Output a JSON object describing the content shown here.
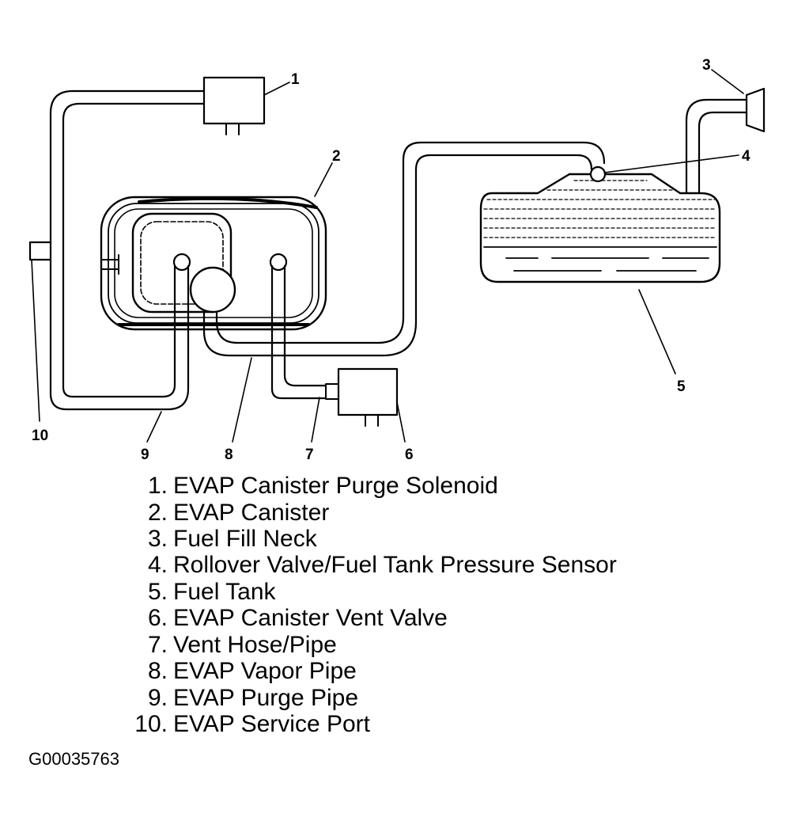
{
  "callouts": {
    "c1": "1",
    "c2": "2",
    "c3": "3",
    "c4": "4",
    "c5": "5",
    "c6": "6",
    "c7": "7",
    "c8": "8",
    "c9": "9",
    "c10": "10"
  },
  "legend": [
    {
      "num": "1.",
      "text": "EVAP Canister Purge Solenoid"
    },
    {
      "num": "2.",
      "text": "EVAP Canister"
    },
    {
      "num": "3.",
      "text": "Fuel Fill Neck"
    },
    {
      "num": "4.",
      "text": "Rollover Valve/Fuel Tank Pressure Sensor"
    },
    {
      "num": "5.",
      "text": "Fuel Tank"
    },
    {
      "num": "6.",
      "text": "EVAP Canister Vent Valve"
    },
    {
      "num": "7.",
      "text": "Vent Hose/Pipe"
    },
    {
      "num": "8.",
      "text": "EVAP Vapor Pipe"
    },
    {
      "num": "9.",
      "text": "EVAP Purge Pipe"
    },
    {
      "num": "10.",
      "text": "EVAP Service Port"
    }
  ],
  "figure_id": "G00035763"
}
